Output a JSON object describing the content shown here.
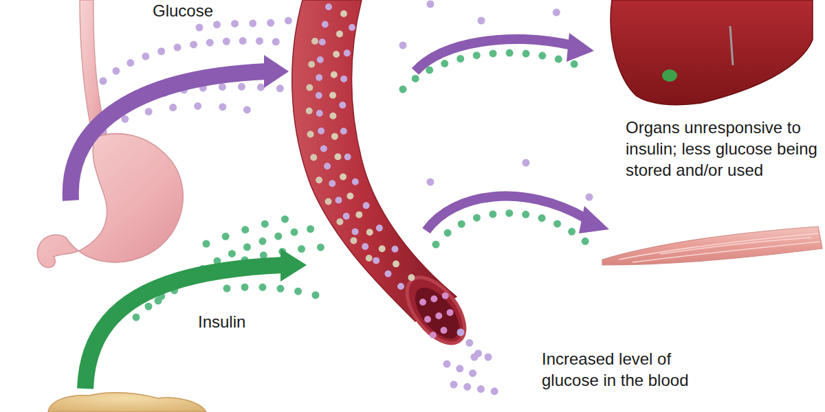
{
  "diagram": {
    "labels": [
      "Glucose",
      "Insulin",
      "Organs unresponsive to insulin; less glucose being stored and/or used",
      "Increased level of glucose in the blood"
    ]
  }
}
